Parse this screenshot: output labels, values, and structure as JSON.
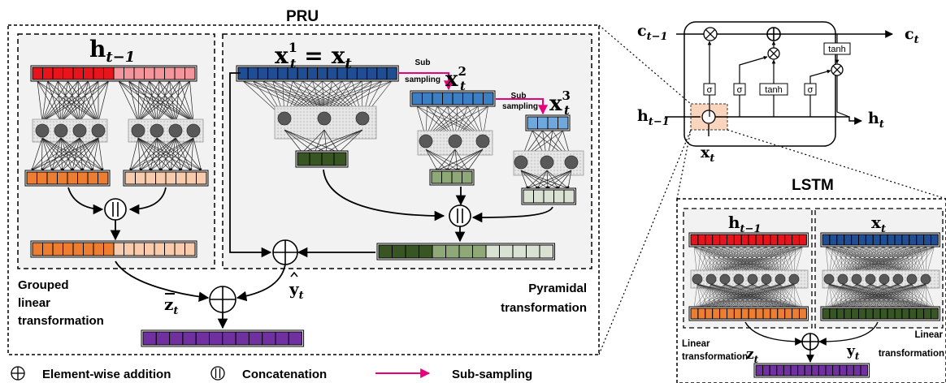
{
  "pru": {
    "title": "PRU",
    "h_prev": "h",
    "h_prev_sub": "t−1",
    "x1_lhs": "x",
    "x1_lhs_sup": "1",
    "x1_lhs_sub": "t",
    "x1_eq": "=",
    "x1_rhs": "x",
    "x1_rhs_sub": "t",
    "x2": "x",
    "x2_sup": "2",
    "x2_sub": "t",
    "x3": "x",
    "x3_sup": "3",
    "x3_sub": "t",
    "subsampling_1a": "Sub",
    "subsampling_1b": "sampling",
    "subsampling_2a": "Sub",
    "subsampling_2b": "sampling",
    "grouped_1": "Grouped",
    "grouped_2": "linear",
    "grouped_3": "transformation",
    "pyramidal_1": "Pyramidal",
    "pyramidal_2": "transformation",
    "z_bar": "z",
    "z_bar_sub": "t",
    "y_hat": "y",
    "y_hat_sub": "t"
  },
  "lstm_cell": {
    "c_prev": "c",
    "c_prev_sub": "t−1",
    "c_t": "c",
    "c_t_sub": "t",
    "h_prev": "h",
    "h_prev_sub": "t−1",
    "h_t": "h",
    "h_t_sub": "t",
    "x_t": "x",
    "x_t_sub": "t",
    "sigma": "σ",
    "tanh": "tanh"
  },
  "lstm": {
    "title": "LSTM",
    "h_prev": "h",
    "h_prev_sub": "t−1",
    "x_t": "x",
    "x_t_sub": "t",
    "z_t": "z",
    "z_t_sub": "t",
    "y_t": "y",
    "y_t_sub": "t",
    "linear_left_1": "Linear",
    "linear_left_2": "transformation",
    "linear_right_1": "Linear",
    "linear_right_2": "transformation"
  },
  "legend": {
    "addition": "Element-wise addition",
    "concat": "Concatenation",
    "subsampling": "Sub-sampling"
  },
  "colors": {
    "red": "#e8141b",
    "pink": "#f4959b",
    "blue_dark": "#1f4e95",
    "blue_mid": "#3c7fc4",
    "blue_light": "#6fa8dc",
    "orange": "#ed7d31",
    "orange_light": "#f8cbad",
    "green_dark": "#375623",
    "green_mid": "#8ea878",
    "green_light": "#d9e1d2",
    "purple": "#7030a0",
    "magenta": "#e6007e",
    "node": "#595959"
  }
}
